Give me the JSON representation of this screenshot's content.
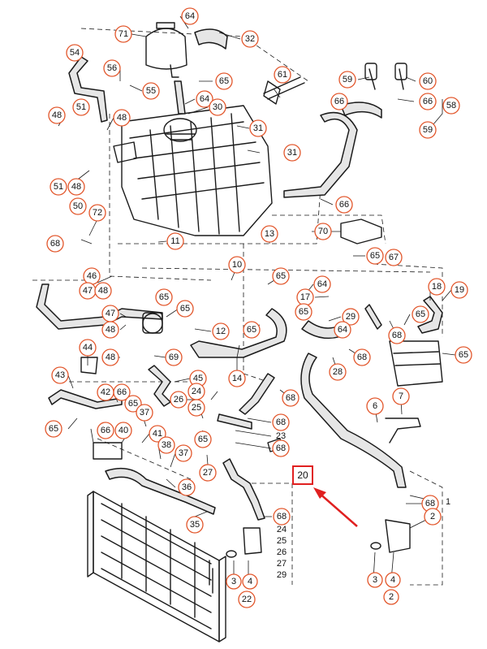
{
  "callouts": {
    "c64a": "64",
    "c71": "71",
    "c32": "32",
    "c54": "54",
    "c56": "56",
    "c55": "55",
    "c65a": "65",
    "c48a": "48",
    "c51a": "51",
    "c48b": "48",
    "c61": "61",
    "c59a": "59",
    "c60": "60",
    "c66a": "66",
    "c66b": "66",
    "c58": "58",
    "c59b": "59",
    "c64b": "64",
    "c30": "30",
    "c31a": "31",
    "c31b": "31",
    "c51b": "51",
    "c48c": "48",
    "c50": "50",
    "c72": "72",
    "c68a": "68",
    "c11": "11",
    "c66c": "66",
    "c70": "70",
    "c13": "13",
    "c65b": "65",
    "c67": "67",
    "c46": "46",
    "c47a": "47",
    "c48d": "48",
    "c10": "10",
    "c65c": "65",
    "c64c": "64",
    "c65d": "65",
    "c18": "18",
    "c19": "19",
    "c17": "17",
    "c65e": "65",
    "c65f": "65",
    "c29": "29",
    "c47b": "47",
    "c48e": "48",
    "c12": "12",
    "c65g": "65",
    "c64d": "64",
    "c68b": "68",
    "c65h": "65",
    "c44": "44",
    "c48f": "48",
    "c69": "69",
    "c68c": "68",
    "c65i": "65",
    "c43": "43",
    "c45": "45",
    "c14": "14",
    "c28": "28",
    "c42": "42",
    "c66d": "66",
    "c24a": "24",
    "c26a": "26",
    "c25a": "25",
    "c68d": "68",
    "c6": "6",
    "c7": "7",
    "c65j": "65",
    "c37a": "37",
    "c68e": "68",
    "c66e": "66",
    "c40": "40",
    "c41": "41",
    "c23": "23",
    "c65k": "65",
    "c68f": "68",
    "c38": "38",
    "c37b": "37",
    "c27": "27",
    "c36": "36",
    "c1": "1",
    "c68g": "68",
    "c2a": "2",
    "c35": "35",
    "c68h": "68",
    "c24b": "24",
    "c25b": "25",
    "c26b": "26",
    "c27b": "27",
    "c29b": "29",
    "c3a": "3",
    "c4a": "4",
    "c22": "22",
    "c3b": "3",
    "c4b": "4",
    "c2b": "2"
  },
  "highlight": {
    "label": "20",
    "box_color": "#e02020",
    "arrow_color": "#e02020"
  },
  "colors": {
    "callout_ring": "#e2562b",
    "line_art": "#1a1a1a"
  }
}
